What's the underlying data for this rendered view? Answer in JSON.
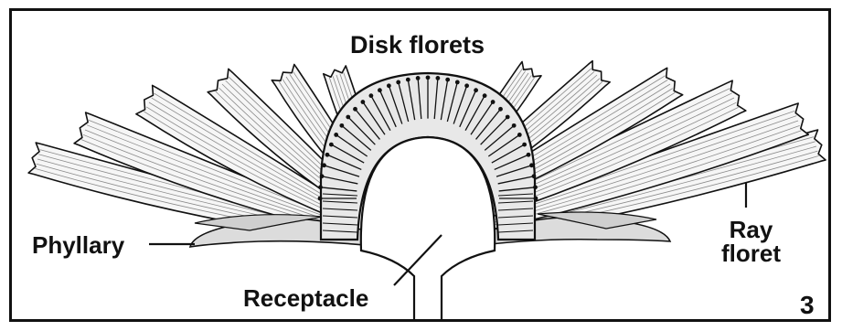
{
  "figure": {
    "labels": {
      "disk_florets": "Disk florets",
      "phyllary": "Phyllary",
      "receptacle": "Receptacle",
      "ray_floret_line1": "Ray",
      "ray_floret_line2": "floret",
      "panel_number": "3"
    }
  },
  "colors": {
    "ink": "#111111",
    "ray_fill": "#f6f6f6",
    "ray_shade": "#8a8a8a",
    "disk_fill": "#e8e8e8",
    "background": "#ffffff"
  }
}
